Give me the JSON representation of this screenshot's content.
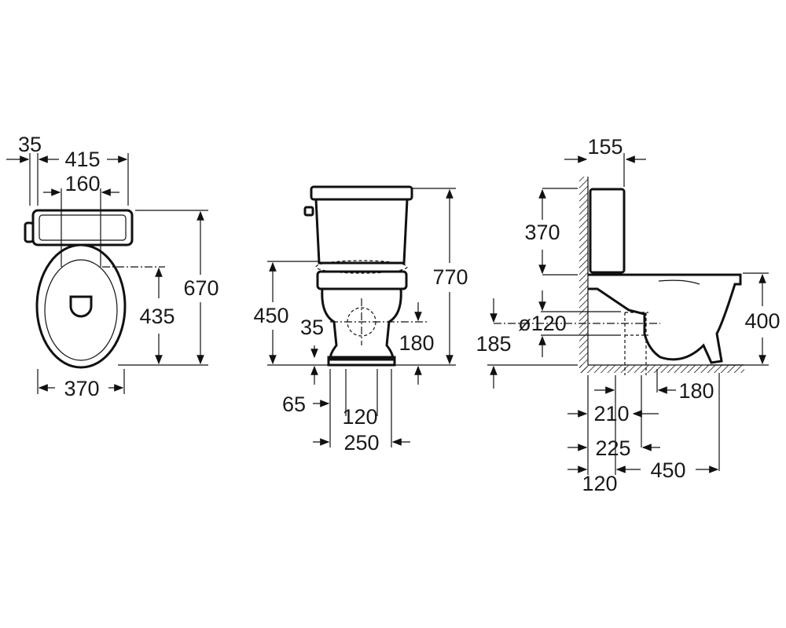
{
  "top_view": {
    "d_35": "35",
    "d_415": "415",
    "d_160": "160",
    "d_670": "670",
    "d_435": "435",
    "d_370": "370"
  },
  "front_view": {
    "d_770": "770",
    "d_450": "450",
    "d_35": "35",
    "d_180": "180",
    "d_65": "65",
    "d_120": "120",
    "d_250": "250"
  },
  "side_view": {
    "d_155": "155",
    "d_370": "370",
    "d_400": "400",
    "d_120_dia": "ø120",
    "d_185": "185",
    "d_180": "180",
    "d_210": "210",
    "d_225": "225",
    "d_450": "450",
    "d_120": "120"
  }
}
